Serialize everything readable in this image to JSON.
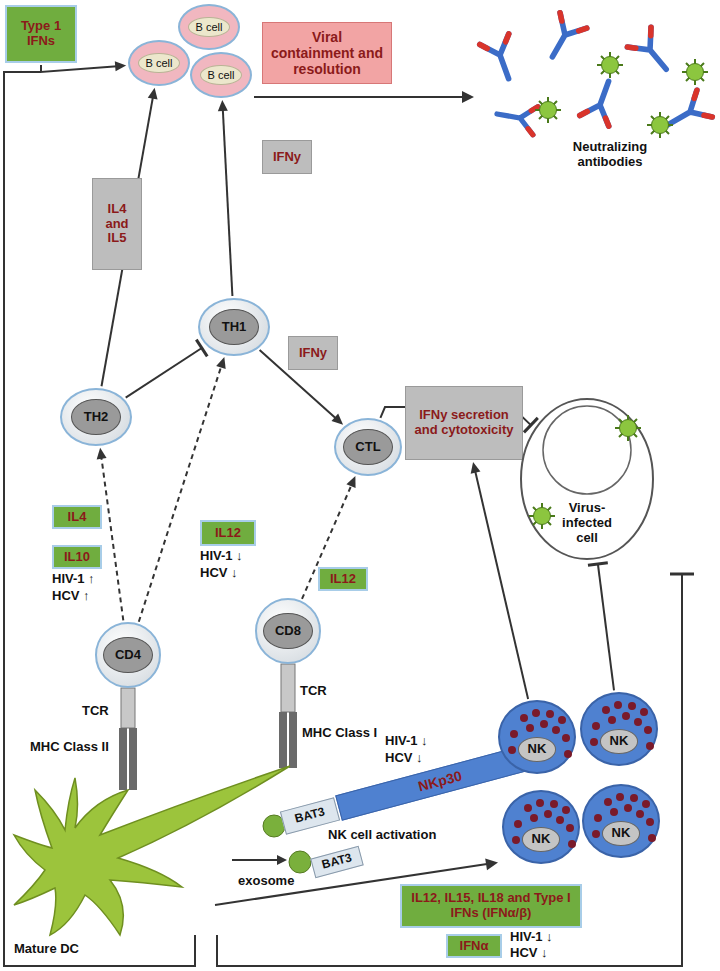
{
  "diagram": {
    "nodes": [
      {
        "text": [
          "Type 1 IFNs"
        ]
      },
      {
        "text": [
          "B cell"
        ]
      },
      {
        "text": [
          "B cell"
        ]
      },
      {
        "text": [
          "B cell"
        ]
      },
      {
        "text": [
          "Viral containment and resolution"
        ]
      },
      {
        "text": [
          "IL4 and IL5"
        ]
      },
      {
        "text": [
          "IFNy"
        ]
      },
      {
        "text": [
          "TH1"
        ]
      },
      {
        "text": [
          "TH2"
        ]
      },
      {
        "text": [
          "IFNy"
        ]
      },
      {
        "text": [
          "CTL"
        ]
      },
      {
        "text": [
          "IFNy secretion and cytotoxicity"
        ]
      },
      {
        "text": [
          "Virus-infected cell"
        ]
      },
      {
        "text": [
          "IL4"
        ]
      },
      {
        "text": [
          "IL10"
        ]
      },
      {
        "text": [
          "IL12"
        ]
      },
      {
        "text": [
          "IL12"
        ]
      },
      {
        "text": [
          "CD4"
        ]
      },
      {
        "text": [
          "CD8"
        ]
      },
      {
        "text": [
          "NKp30"
        ]
      },
      {
        "text": [
          "BAT3"
        ]
      },
      {
        "text": [
          "BAT3"
        ]
      },
      {
        "text": [
          "NK"
        ]
      },
      {
        "text": [
          "NK"
        ]
      },
      {
        "text": [
          "NK"
        ]
      },
      {
        "text": [
          "NK"
        ]
      },
      {
        "text": [
          "IL12, IL15, IL18 and Type I IFNs (IFNα/β)"
        ]
      },
      {
        "text": [
          "IFNα"
        ]
      }
    ],
    "edges": [
      {
        "from": 0,
        "to": 1,
        "arrow": "to"
      },
      {
        "from": 8,
        "to": 1,
        "arrow": "to"
      },
      {
        "from": 7,
        "to": 3,
        "arrow": "to"
      },
      {
        "from": 8,
        "to": 7,
        "arrow": "to"
      },
      {
        "from": 7,
        "to": 10,
        "arrow": "to"
      },
      {
        "from": 10,
        "to": 12,
        "arrow": "to"
      },
      {
        "from": 22,
        "to": 11,
        "arrow": "to"
      },
      {
        "from": 23,
        "to": 12,
        "arrow": "to"
      },
      {
        "from": 17,
        "to": 8,
        "arrow": "to"
      },
      {
        "from": 17,
        "to": 7,
        "arrow": "to"
      },
      {
        "from": 18,
        "to": 10,
        "arrow": "to"
      }
    ],
    "labels": [
      "Neutralizing antibodies",
      "HIV-1 ↑",
      "HCV ↑",
      "HIV-1 ↓",
      "HCV ↓",
      "TCR",
      "MHC Class II",
      "TCR",
      "MHC Class I",
      "HIV-1 ↓",
      "HCV ↓",
      "NK cell activation",
      "exosome",
      "Mature DC",
      "HIV-1 ↓",
      "HCV ↓"
    ]
  }
}
